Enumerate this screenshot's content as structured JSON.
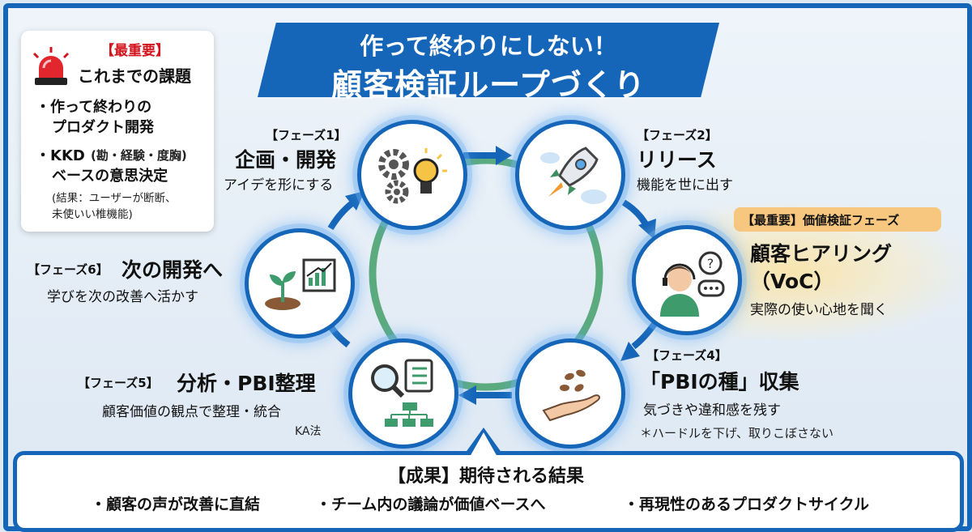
{
  "title": {
    "line1": "作って終わりにしない！",
    "line2": "顧客検証ループづくり"
  },
  "problems": {
    "tag": "【最重要】",
    "title": "これまでの課題",
    "item1_line1": "・作って終わりの",
    "item1_line2": "プロダクト開発",
    "item2_line1": "・KKD",
    "item2_paren": "(勘・経験・度胸)",
    "item2_line2": "ベースの意思決定",
    "note_line1": "(結果：ユーザーが断断、",
    "note_line2": "未使いい椎機能)"
  },
  "phases": {
    "p1": {
      "tag": "【フェーズ1】",
      "title": "企画・開発",
      "desc": "アイデを形にする",
      "icon": "gears-lightbulb-icon"
    },
    "p2": {
      "tag": "【フェーズ2】",
      "title": "リリース",
      "desc": "機能を世に出す",
      "icon": "rocket-icon"
    },
    "p3": {
      "badge": "【最重要】価値検証フェーズ",
      "title": "顧客ヒアリング",
      "title2": "（VoC）",
      "desc": "実際の使い心地を聞く",
      "icon": "headset-operator-icon"
    },
    "p4": {
      "tag": "【フェーズ4】",
      "title": "「PBIの種」収集",
      "desc": "気づきや違和感を残す",
      "note": "＊ハードルを下げ、取りこぼさない",
      "icon": "seeds-hand-icon"
    },
    "p5": {
      "tag": "【フェーズ5】",
      "title": "分析・PBI整理",
      "desc": "顧客価値の観点で整理・統合",
      "note": "KA法",
      "icon": "magnifier-checklist-icon"
    },
    "p6": {
      "tag": "【フェーズ6】",
      "title": "次の開発へ",
      "desc": "学びを次の改善へ活かす",
      "icon": "sprout-chart-icon"
    }
  },
  "result": {
    "title": "【成果】期待される結果",
    "item1": "・顧客の声が改善に直結",
    "item2": "・チーム内の議論が価値ベースへ",
    "item3": "・再現性のあるプロダクトサイクル"
  },
  "colors": {
    "primary": "#1565b8",
    "accent_red": "#d2151e",
    "ring_green": "#5bab7f",
    "highlight": "#f7c77f"
  }
}
